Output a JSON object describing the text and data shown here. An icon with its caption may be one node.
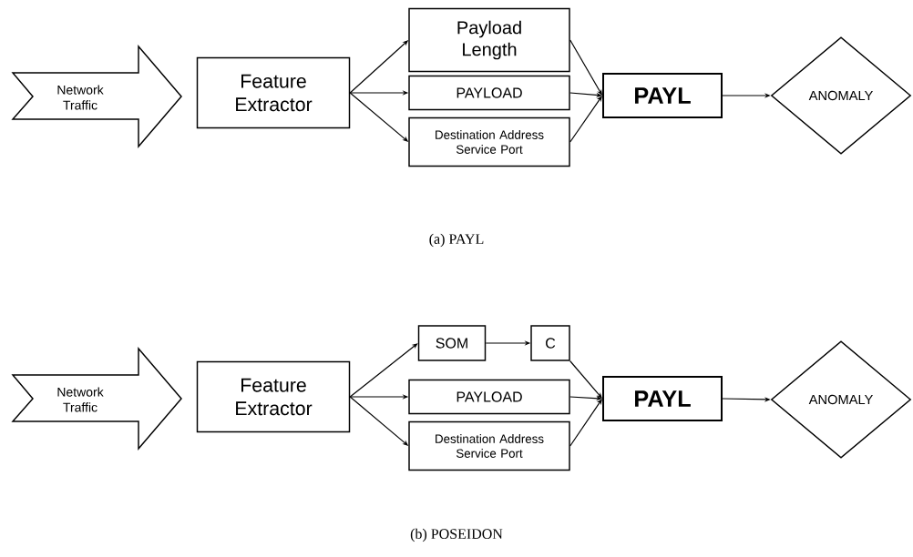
{
  "diagram": {
    "nodes": [
      {
        "text": [
          "Network Traffic"
        ]
      },
      {
        "text": [
          "Feature Extractor"
        ]
      },
      {
        "text": [
          "Payload Length"
        ]
      },
      {
        "text": [
          "PAYLOAD"
        ]
      },
      {
        "text": [
          "Destination Address Service Port"
        ]
      },
      {
        "text": [
          "PAYL"
        ]
      },
      {
        "text": [
          "ANOMALY"
        ]
      },
      {
        "text": [
          "Network Traffic"
        ]
      },
      {
        "text": [
          "Feature Extractor"
        ]
      },
      {
        "text": [
          "SOM"
        ]
      },
      {
        "text": [
          "C"
        ]
      },
      {
        "text": [
          "PAYLOAD"
        ]
      },
      {
        "text": [
          "Destination Address Service Port"
        ]
      },
      {
        "text": [
          "PAYL"
        ]
      },
      {
        "text": [
          "ANOMALY"
        ]
      }
    ],
    "edges": [
      {
        "from": 1,
        "to": 2,
        "arrow": "to"
      },
      {
        "from": 1,
        "to": 3,
        "arrow": "to"
      },
      {
        "from": 1,
        "to": 4,
        "arrow": "to"
      },
      {
        "from": 2,
        "to": 5,
        "arrow": "to"
      },
      {
        "from": 3,
        "to": 5,
        "arrow": "to"
      },
      {
        "from": 4,
        "to": 5,
        "arrow": "to"
      },
      {
        "from": 5,
        "to": 6,
        "arrow": "to"
      },
      {
        "from": 8,
        "to": 9,
        "arrow": "to"
      },
      {
        "from": 8,
        "to": 11,
        "arrow": "to"
      },
      {
        "from": 8,
        "to": 12,
        "arrow": "to"
      },
      {
        "from": 9,
        "to": 10,
        "arrow": "to"
      },
      {
        "from": 10,
        "to": 13,
        "arrow": "to"
      },
      {
        "from": 11,
        "to": 13,
        "arrow": "to"
      },
      {
        "from": 12,
        "to": 13,
        "arrow": "to"
      },
      {
        "from": 13,
        "to": 14,
        "arrow": "to"
      }
    ],
    "labels": [
      "(a) PAYL",
      "(b) POSEIDON"
    ]
  }
}
